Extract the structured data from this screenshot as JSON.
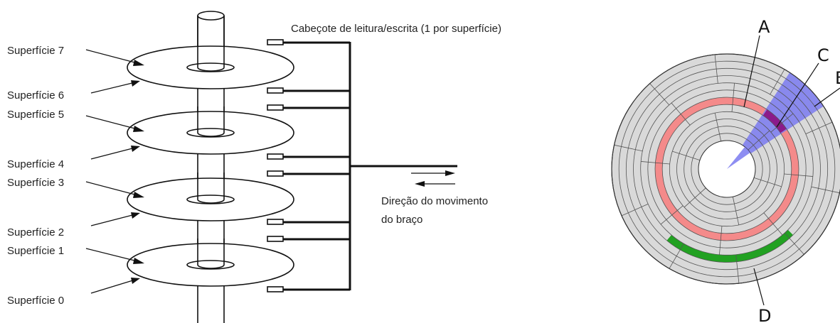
{
  "left_diagram": {
    "surface_labels": [
      "Superfície 7",
      "Superfície 6",
      "Superfície 5",
      "Superfície 4",
      "Superfície 3",
      "Superfície 2",
      "Superfície 1",
      "Superfície 0"
    ],
    "head_label": "Cabeçote de leitura/escrita (1 por superfície)",
    "arm_direction_line1": "Direção do movimento",
    "arm_direction_line2": "do braço"
  },
  "right_diagram": {
    "letters": {
      "a": "A",
      "b": "B",
      "c": "C",
      "d": "D"
    },
    "colors": {
      "disk_fill": "#d9d9d9",
      "track_highlight": "#f48a8a",
      "sector_highlight": "#7a7af0",
      "cluster_highlight": "#22a122",
      "intersection": "#8b1a8b"
    }
  }
}
